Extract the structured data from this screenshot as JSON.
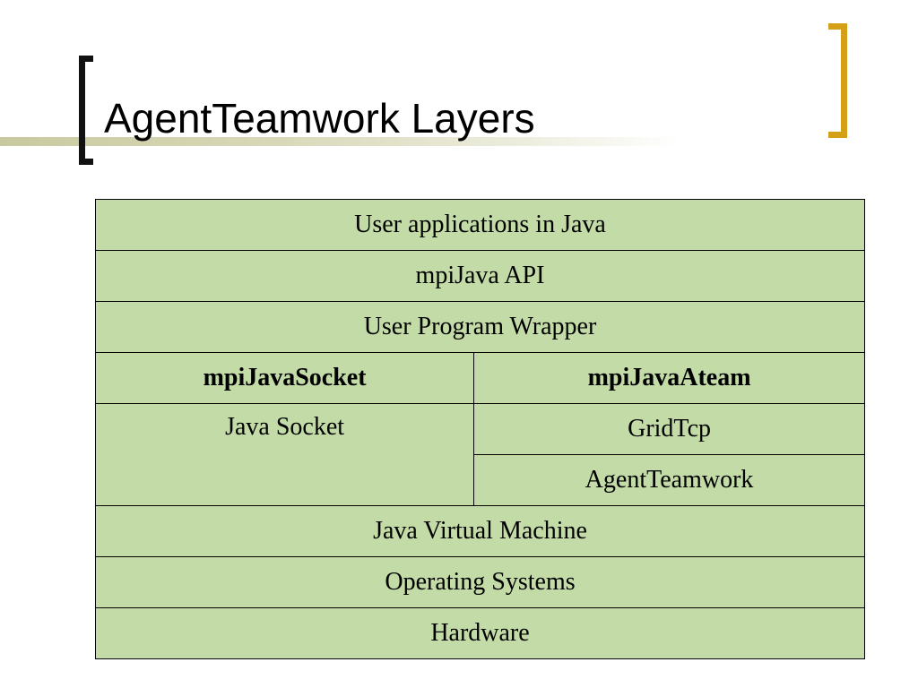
{
  "slide": {
    "title": "AgentTeamwork Layers"
  },
  "colors": {
    "cell_fill": "#c3dba7",
    "left_bracket": "#111111",
    "right_bracket": "#d4a017"
  },
  "layers": {
    "user_applications": "User applications in Java",
    "mpijava_api": "mpiJava API",
    "user_program_wrapper": "User Program Wrapper",
    "mpijava_socket": "mpiJavaSocket",
    "mpijava_ateam": "mpiJavaAteam",
    "java_socket": "Java Socket",
    "gridtcp": "GridTcp",
    "agentteamwork": "AgentTeamwork",
    "jvm": "Java Virtual Machine",
    "operating_systems": "Operating Systems",
    "hardware": "Hardware"
  }
}
